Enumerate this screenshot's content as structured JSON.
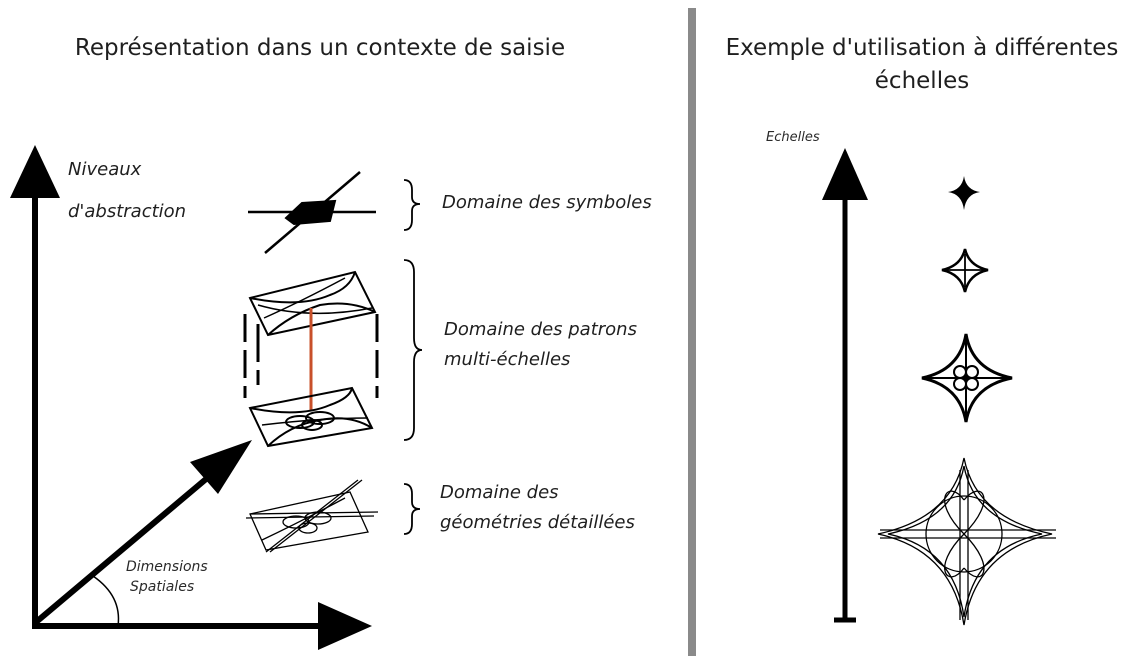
{
  "left_panel": {
    "title": "Représentation dans un contexte de saisie",
    "y_axis_label_line1": "Niveaux",
    "y_axis_label_line2": "d'abstraction",
    "angle_label_line1": "Dimensions",
    "angle_label_line2": "Spatiales",
    "domains": [
      {
        "line1": "Domaine des symboles",
        "line2": ""
      },
      {
        "line1": "Domaine des patrons",
        "line2": "multi-échelles"
      },
      {
        "line1": "Domaine des",
        "line2": "géométries détaillées"
      }
    ]
  },
  "right_panel": {
    "title_line1": "Exemple d'utilisation à différentes",
    "title_line2": "échelles",
    "axis_label": "Echelles"
  }
}
